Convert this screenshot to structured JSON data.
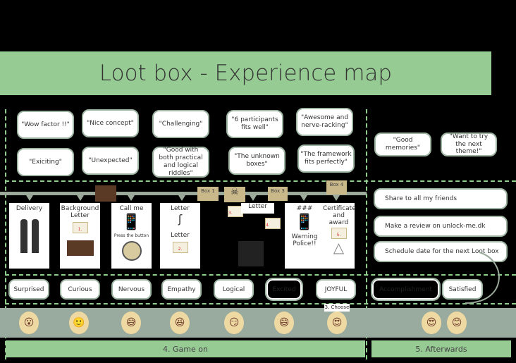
{
  "title": "Loot box - Experience map",
  "quotes_game": [
    "\"Wow factor  !!\"",
    "\"Nice concept\"",
    "\"Challenging\"",
    "\"6 participants fits well\"",
    "\"Awesome and nerve-racking\"",
    "\"Exiciting\"",
    "\"Unexpected\"",
    "\"Good with both practical and logical riddles\"",
    "\"The unknown boxes\"",
    "\"The framework fits perfectly\""
  ],
  "quotes_after": [
    "\"Good memories\"",
    "\"Want to try the next theme!\""
  ],
  "cards": {
    "delivery": "Delivery",
    "background": "Background Letter",
    "callme": "Call me",
    "press": "Press the button",
    "letter_a": "Letter",
    "letter_b": "Letter",
    "letter_c": "Letter",
    "hash": "###",
    "warning": "Warning Police!!",
    "certificate": "Certificate and award"
  },
  "envelope_numbers": [
    "1.",
    "2.",
    "3.",
    "4.",
    "5."
  ],
  "boxes": [
    "Box 1",
    "Box 3",
    "Box 4"
  ],
  "actions": [
    "Share to all my friends",
    "Make a review on unlock-me.dk",
    "Schedule date for the next Loot box"
  ],
  "emotions": [
    "Surprised",
    "Curious",
    "Nervous",
    "Empathy",
    "Logical",
    "Excited",
    "JOYFUL",
    "Accomplishment",
    "Satisfied"
  ],
  "choose_label": "3. Choose",
  "emoji_faces": [
    "😮",
    "🙂",
    "😅",
    "😆",
    "😏",
    "😄",
    "😍",
    "😍",
    "😊"
  ],
  "phases": [
    "4. Game on",
    "5. Afterwards"
  ]
}
